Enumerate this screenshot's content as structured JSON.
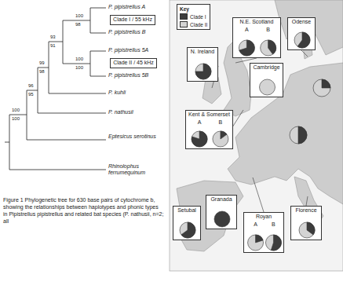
{
  "diagram": {
    "caption": "Figure 1 Phylogenetic tree for 630 base pairs of cytochrome b, showing the relationships between haplotypes and phonic types in Pipistrellus pipistrellus and related bat species (P. nathusii, n=2; all",
    "nodes": [
      {
        "text": [
          "Clade I / 55 kHz"
        ]
      },
      {
        "text": [
          "Clade II / 45 kHz"
        ]
      },
      {
        "text": [
          "N.E. Scotland",
          "A",
          "B"
        ]
      },
      {
        "text": [
          "Odense"
        ]
      },
      {
        "text": [
          "N. Ireland"
        ]
      },
      {
        "text": [
          "Cambridge"
        ]
      },
      {
        "text": [
          "Kent & Somerset",
          "A",
          "B"
        ]
      },
      {
        "text": [
          "Setubal"
        ]
      },
      {
        "text": [
          "Granada"
        ]
      },
      {
        "text": [
          "Royan",
          "A",
          "B"
        ]
      },
      {
        "text": [
          "Florence"
        ]
      }
    ],
    "labels": [
      "P. pipistrellus A",
      "P. pipistrellus B",
      "P. pipistrellus 5A",
      "P. pipistrellus 5B",
      "P. kuhli",
      "P. nathusii",
      "Eptesicus serotinus",
      "Rhinolophus ferrumequinum",
      "100",
      "98",
      "100",
      "100",
      "93",
      "91",
      "99",
      "98",
      "96",
      "95",
      "100",
      "100",
      "Key"
    ],
    "legend": [
      {
        "text": "Clade I",
        "color": "#3c3c3c"
      },
      {
        "text": "Clade II",
        "color": "#d4d4d4"
      }
    ]
  }
}
